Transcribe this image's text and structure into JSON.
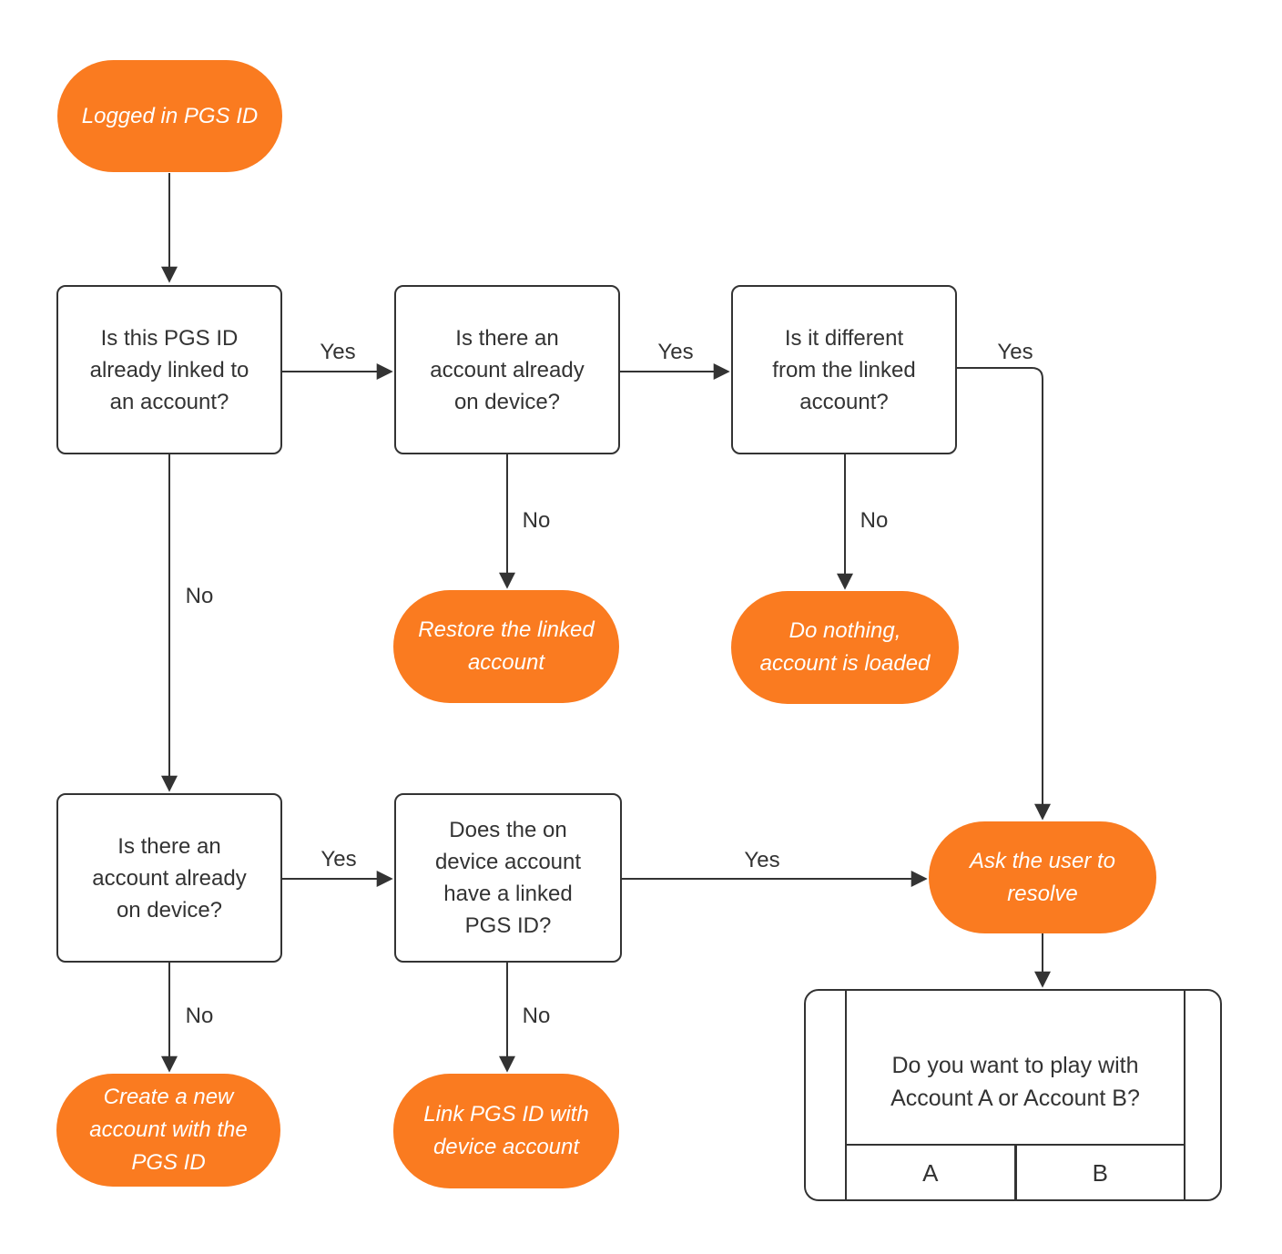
{
  "colors": {
    "accent_orange": "#FA7B20",
    "line_dark": "#333333",
    "text_light": "#FFFFFF"
  },
  "labels": {
    "yes": "Yes",
    "no": "No"
  },
  "nodes": {
    "start": {
      "label": "Logged in PGS ID"
    },
    "q_linked": {
      "label": "Is this PGS ID\nalready linked to\nan account?"
    },
    "q_device_top": {
      "label": "Is there an\naccount already\non device?"
    },
    "q_different": {
      "label": "Is it different\nfrom the linked\naccount?"
    },
    "restore": {
      "label": "Restore the linked\naccount"
    },
    "do_nothing": {
      "label": "Do nothing,\naccount is loaded"
    },
    "q_device_bottom": {
      "label": "Is there an\naccount already\non device?"
    },
    "q_pgs_linked": {
      "label": "Does the on\ndevice account\nhave a linked\nPGS ID?"
    },
    "ask_user": {
      "label": "Ask the user to\nresolve"
    },
    "create_new": {
      "label": "Create a new\naccount with the\nPGS  ID"
    },
    "link_pgs": {
      "label": "Link PGS ID with\ndevice account"
    },
    "dialog": {
      "question": "Do you want to play with\nAccount A or Account B?",
      "button_a": "A",
      "button_b": "B"
    }
  }
}
